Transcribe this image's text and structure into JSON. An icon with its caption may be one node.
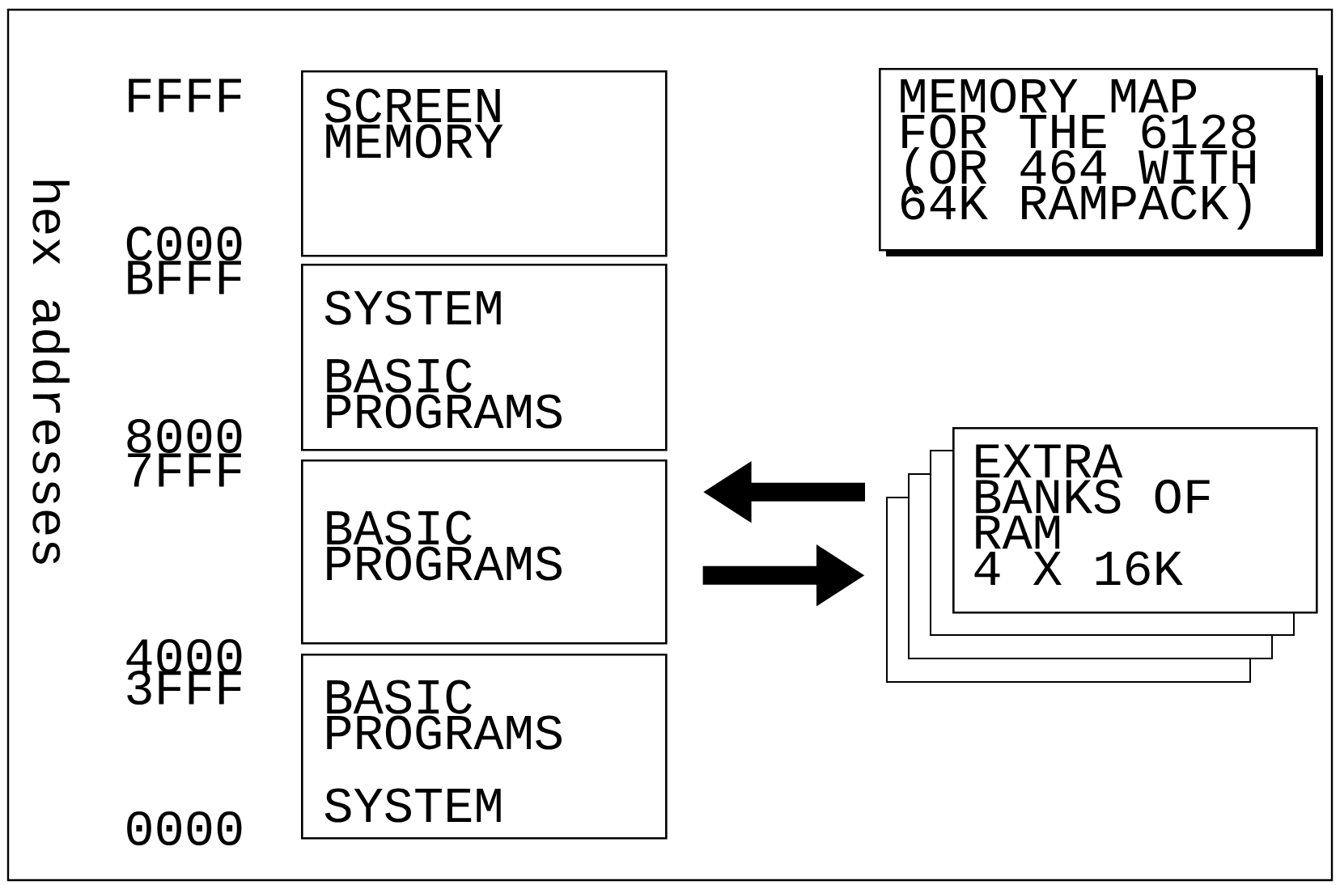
{
  "diagram": {
    "nodes": [
      {
        "text": [
          "SCREEN MEMORY"
        ]
      },
      {
        "text": [
          "SYSTEM",
          "BASIC PROGRAMS"
        ]
      },
      {
        "text": [
          "BASIC PROGRAMS"
        ]
      },
      {
        "text": [
          "BASIC PROGRAMS",
          "SYSTEM"
        ]
      },
      {
        "text": [
          "MEMORY MAP FOR THE 6128 (OR 464 WITH 64K RAMPACK)"
        ]
      },
      {
        "text": [
          "EXTRA BANKS OF RAM",
          "4 X 16K"
        ]
      }
    ],
    "edges": [
      {
        "from": 5,
        "to": 2,
        "arrow": "to"
      },
      {
        "from": 2,
        "to": 5,
        "arrow": "to"
      }
    ],
    "labels": [
      "hex addresses",
      "FFFF",
      "C000",
      "BFFF",
      "8000",
      "7FFF",
      "4000",
      "3FFF",
      "0000"
    ]
  }
}
